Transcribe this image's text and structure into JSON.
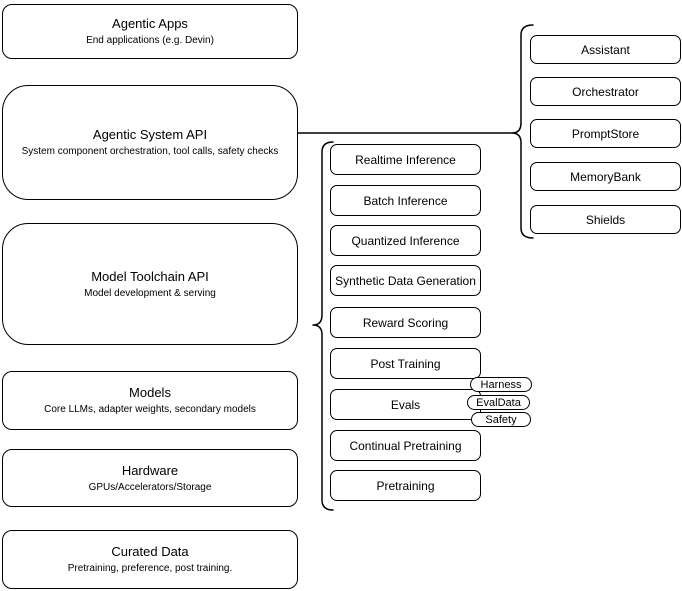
{
  "diagram": {
    "left_stack": [
      {
        "title": "Agentic Apps",
        "subtitle": "End applications (e.g. Devin)"
      },
      {
        "title": "Agentic System API",
        "subtitle": "System component orchestration, tool calls, safety checks"
      },
      {
        "title": "Model Toolchain API",
        "subtitle": "Model development & serving"
      },
      {
        "title": "Models",
        "subtitle": "Core LLMs, adapter weights, secondary models"
      },
      {
        "title": "Hardware",
        "subtitle": "GPUs/Accelerators/Storage"
      },
      {
        "title": "Curated Data",
        "subtitle": "Pretraining, preference, post training."
      }
    ],
    "toolchain_group": [
      "Realtime Inference",
      "Batch Inference",
      "Quantized Inference",
      "Synthetic Data Generation",
      "Reward Scoring",
      "Post Training",
      "Evals",
      "Continual Pretraining",
      "Pretraining"
    ],
    "evals_tags": [
      "Harness",
      "EvalData",
      "Safety"
    ],
    "system_group": [
      "Assistant",
      "Orchestrator",
      "PromptStore",
      "MemoryBank",
      "Shields"
    ],
    "colors": {
      "stroke": "#000000",
      "fill": "#ffffff"
    }
  }
}
